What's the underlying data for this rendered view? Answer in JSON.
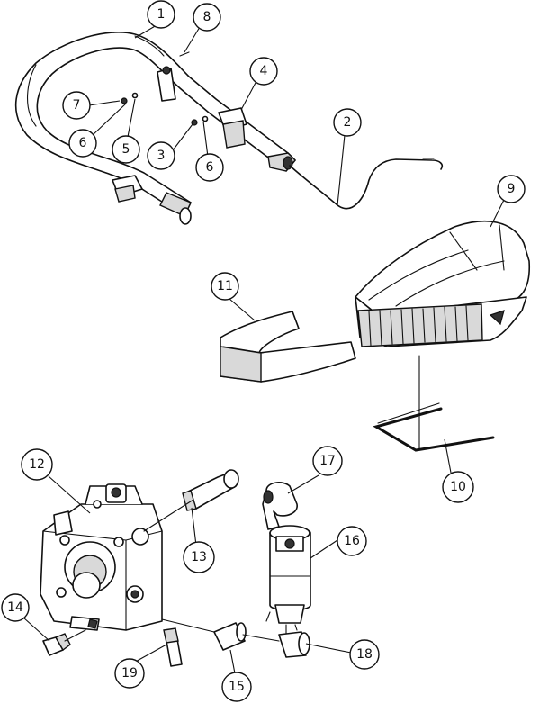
{
  "callouts": [
    {
      "id": "c1",
      "label": "1"
    },
    {
      "id": "c2",
      "label": "2"
    },
    {
      "id": "c3",
      "label": "3"
    },
    {
      "id": "c4",
      "label": "4"
    },
    {
      "id": "c5",
      "label": "5"
    },
    {
      "id": "c6a",
      "label": "6"
    },
    {
      "id": "c6b",
      "label": "6"
    },
    {
      "id": "c7",
      "label": "7"
    },
    {
      "id": "c8",
      "label": "8"
    },
    {
      "id": "c9",
      "label": "9"
    },
    {
      "id": "c10",
      "label": "10"
    },
    {
      "id": "c11",
      "label": "11"
    },
    {
      "id": "c12",
      "label": "12"
    },
    {
      "id": "c13",
      "label": "13"
    },
    {
      "id": "c14",
      "label": "14"
    },
    {
      "id": "c15",
      "label": "15"
    },
    {
      "id": "c16",
      "label": "16"
    },
    {
      "id": "c17",
      "label": "17"
    },
    {
      "id": "c18",
      "label": "18"
    },
    {
      "id": "c19",
      "label": "19"
    }
  ]
}
